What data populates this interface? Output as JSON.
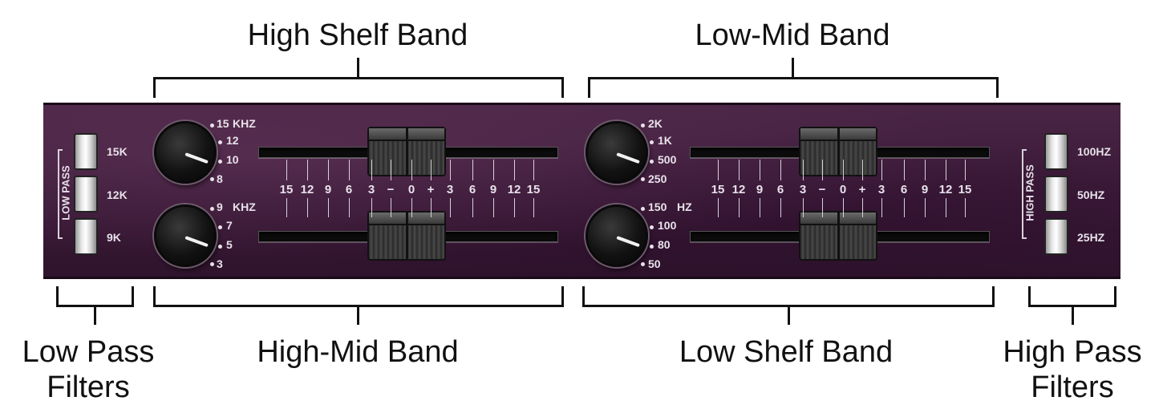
{
  "callouts": {
    "high_shelf": "High Shelf Band",
    "low_mid": "Low-Mid Band",
    "low_pass": "Low Pass\nFilters",
    "high_mid": "High-Mid Band",
    "low_shelf": "Low Shelf Band",
    "high_pass": "High Pass\nFilters"
  },
  "low_pass": {
    "title": "LOW PASS",
    "options": [
      "15K",
      "12K",
      "9K"
    ]
  },
  "high_pass": {
    "title": "HIGH PASS",
    "options": [
      "100HZ",
      "50HZ",
      "25HZ"
    ]
  },
  "high_shelf_knob": {
    "unit": "KHZ",
    "ticks": [
      "15",
      "12",
      "10",
      "8"
    ]
  },
  "high_mid_knob": {
    "unit": "KHZ",
    "ticks": [
      "9",
      "7",
      "5",
      "3"
    ]
  },
  "low_mid_knob": {
    "unit": "",
    "ticks": [
      "2K",
      "1K",
      "500",
      "250"
    ]
  },
  "low_shelf_knob": {
    "unit": "HZ",
    "ticks": [
      "150",
      "100",
      "80",
      "50"
    ]
  },
  "gain_scale": [
    "15",
    "12",
    "9",
    "6",
    "3",
    "−",
    "0",
    "+",
    "3",
    "6",
    "9",
    "12",
    "15"
  ],
  "colors": {
    "panel": "#3b1a38",
    "label": "#e8e2ea",
    "callout": "#111111"
  }
}
